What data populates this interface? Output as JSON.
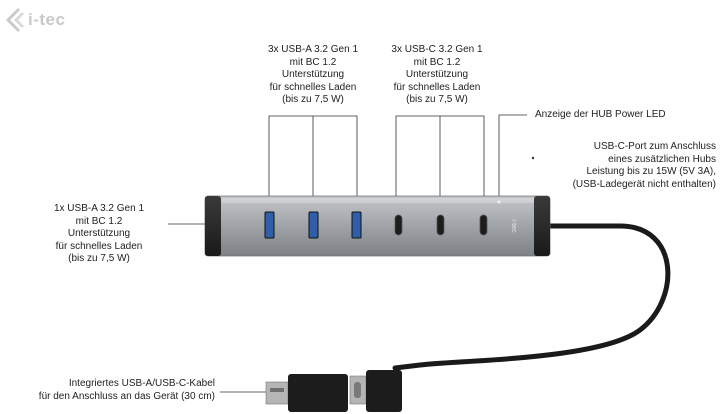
{
  "brand": {
    "name": "i-tec"
  },
  "labels": {
    "usb_a_group": [
      "3x USB-A 3.2 Gen 1",
      "mit BC 1.2",
      "Unterstützung",
      "für schnelles Laden",
      "(bis zu 7,5 W)"
    ],
    "usb_c_group": [
      "3x USB-C 3.2 Gen 1",
      "mit BC 1.2",
      "Unterstützung",
      "für schnelles Laden",
      "(bis zu 7,5 W)"
    ],
    "power_led": [
      "Anzeige der HUB Power LED"
    ],
    "usb_c_power_port": [
      "USB-C-Port zum Anschluss",
      "eines zusätzlichen Hubs",
      "Leistung bis zu 15W (5V 3A),",
      "(USB-Ladegerät nicht enthalten)"
    ],
    "usb_a_side": [
      "1x USB-A 3.2 Gen 1",
      "mit BC 1.2",
      "Unterstützung",
      "für schnelles Laden",
      "(bis zu 7,5 W)"
    ],
    "cable": [
      "Integriertes USB-A/USB-C-Kabel",
      "für den Anschluss an das Gerät (30 cm)"
    ]
  },
  "device_brand_text": "i-tec",
  "colors": {
    "hub_body": "#9ea2a6",
    "hub_cap": "#2a2a2a",
    "usb_a_blue": "#2f5fa8",
    "cable": "#1a1a1a"
  }
}
